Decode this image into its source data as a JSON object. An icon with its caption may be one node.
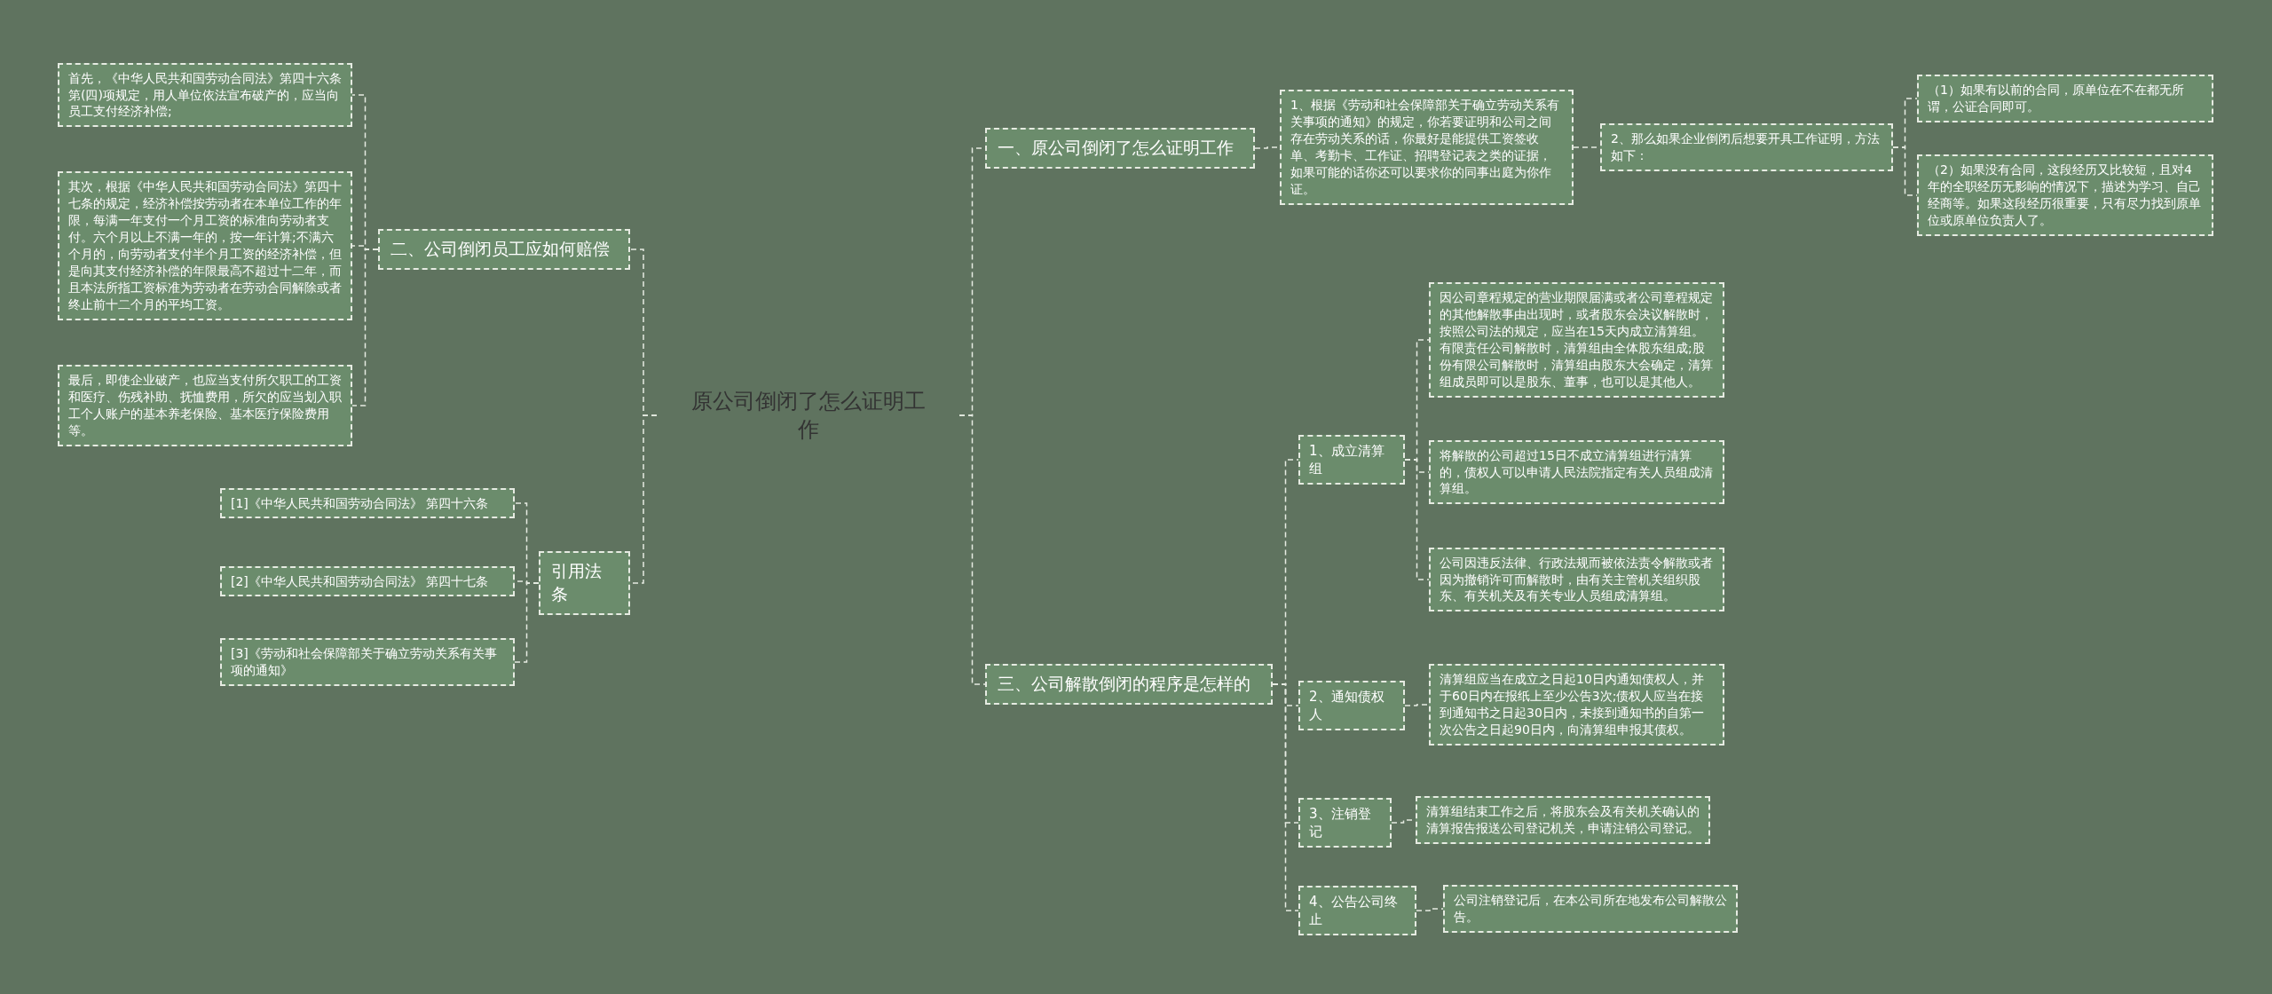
{
  "diagram": {
    "nodes": [
      {
        "text": [
          "原公司倒闭了怎么证明工作"
        ]
      },
      {
        "text": [
          "一、原公司倒闭了怎么证明工作"
        ]
      },
      {
        "text": [
          "1、根据《劳动和社会保障部关于确立劳动关系有关事项的通知》的规定，你若要证明和公司之间存在劳动关系的话，你最好是能提供工资签收单、考勤卡、工作证、招聘登记表之类的证据，如果可能的话你还可以要求你的同事出庭为你作证。"
        ]
      },
      {
        "text": [
          "2、那么如果企业倒闭后想要开具工作证明，方法如下："
        ]
      },
      {
        "text": [
          "（1）如果有以前的合同，原单位在不在都无所谓，公证合同即可。"
        ]
      },
      {
        "text": [
          "（2）如果没有合同，这段经历又比较短，且对4年的全职经历无影响的情况下，描述为学习、自己经商等。如果这段经历很重要，只有尽力找到原单位或原单位负责人了。"
        ]
      },
      {
        "text": [
          "二、公司倒闭员工应如何赔偿"
        ]
      },
      {
        "text": [
          "首先，《中华人民共和国劳动合同法》第四十六条第(四)项规定，用人单位依法宣布破产的，应当向员工支付经济补偿;"
        ]
      },
      {
        "text": [
          "其次，根据《中华人民共和国劳动合同法》第四十七条的规定，经济补偿按劳动者在本单位工作的年限，每满一年支付一个月工资的标准向劳动者支付。六个月以上不满一年的，按一年计算;不满六个月的，向劳动者支付半个月工资的经济补偿，但是向其支付经济补偿的年限最高不超过十二年，而且本法所指工资标准为劳动者在劳动合同解除或者终止前十二个月的平均工资。"
        ]
      },
      {
        "text": [
          "最后，即使企业破产，也应当支付所欠职工的工资和医疗、伤残补助、抚恤费用，所欠的应当划入职工个人账户的基本养老保险、基本医疗保险费用等。"
        ]
      },
      {
        "text": [
          "引用法条"
        ]
      },
      {
        "text": [
          "[1]《中华人民共和国劳动合同法》 第四十六条"
        ]
      },
      {
        "text": [
          "[2]《中华人民共和国劳动合同法》 第四十七条"
        ]
      },
      {
        "text": [
          "[3]《劳动和社会保障部关于确立劳动关系有关事项的通知》"
        ]
      },
      {
        "text": [
          "三、公司解散倒闭的程序是怎样的"
        ]
      },
      {
        "text": [
          "1、成立清算组"
        ]
      },
      {
        "text": [
          "因公司章程规定的营业期限届满或者公司章程规定的其他解散事由出现时，或者股东会决议解散时，按照公司法的规定，应当在15天内成立清算组。有限责任公司解散时，清算组由全体股东组成;股份有限公司解散时，清算组由股东大会确定，清算组成员即可以是股东、董事，也可以是其他人。"
        ]
      },
      {
        "text": [
          "将解散的公司超过15日不成立清算组进行清算的，债权人可以申请人民法院指定有关人员组成清算组。"
        ]
      },
      {
        "text": [
          "公司因违反法律、行政法规而被依法责令解散或者因为撤销许可而解散时，由有关主管机关组织股东、有关机关及有关专业人员组成清算组。"
        ]
      },
      {
        "text": [
          "2、通知债权人"
        ]
      },
      {
        "text": [
          "清算组应当在成立之日起10日内通知债权人，并于60日内在报纸上至少公告3次;债权人应当在接到通知书之日起30日内，未接到通知书的自第一次公告之日起90日内，向清算组申报其债权。"
        ]
      },
      {
        "text": [
          "3、注销登记"
        ]
      },
      {
        "text": [
          "清算组结束工作之后，将股东会及有关机关确认的清算报告报送公司登记机关，申请注销公司登记。"
        ]
      },
      {
        "text": [
          "4、公告公司终止"
        ]
      },
      {
        "text": [
          "公司注销登记后，在本公司所在地发布公司解散公告。"
        ]
      }
    ],
    "edges": [
      {
        "from": 0,
        "to": 1,
        "arrow": "none"
      },
      {
        "from": 1,
        "to": 2,
        "arrow": "none"
      },
      {
        "from": 2,
        "to": 3,
        "arrow": "none"
      },
      {
        "from": 3,
        "to": 4,
        "arrow": "none"
      },
      {
        "from": 3,
        "to": 5,
        "arrow": "none"
      },
      {
        "from": 0,
        "to": 6,
        "arrow": "none"
      },
      {
        "from": 6,
        "to": 7,
        "arrow": "none"
      },
      {
        "from": 6,
        "to": 8,
        "arrow": "none"
      },
      {
        "from": 6,
        "to": 9,
        "arrow": "none"
      },
      {
        "from": 0,
        "to": 10,
        "arrow": "none"
      },
      {
        "from": 10,
        "to": 11,
        "arrow": "none"
      },
      {
        "from": 10,
        "to": 12,
        "arrow": "none"
      },
      {
        "from": 10,
        "to": 13,
        "arrow": "none"
      },
      {
        "from": 0,
        "to": 14,
        "arrow": "none"
      },
      {
        "from": 14,
        "to": 15,
        "arrow": "none"
      },
      {
        "from": 15,
        "to": 16,
        "arrow": "none"
      },
      {
        "from": 15,
        "to": 17,
        "arrow": "none"
      },
      {
        "from": 15,
        "to": 18,
        "arrow": "none"
      },
      {
        "from": 14,
        "to": 19,
        "arrow": "none"
      },
      {
        "from": 19,
        "to": 20,
        "arrow": "none"
      },
      {
        "from": 14,
        "to": 21,
        "arrow": "none"
      },
      {
        "from": 21,
        "to": 22,
        "arrow": "none"
      },
      {
        "from": 14,
        "to": 23,
        "arrow": "none"
      },
      {
        "from": 23,
        "to": 24,
        "arrow": "none"
      }
    ]
  }
}
